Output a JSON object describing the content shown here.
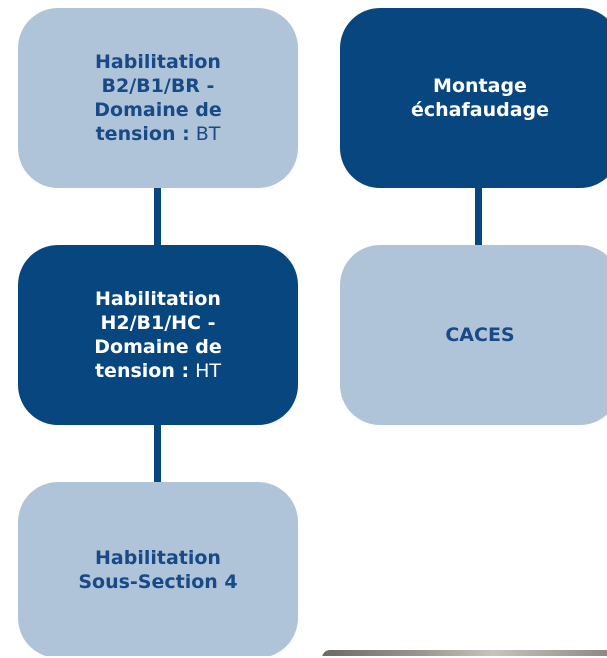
{
  "colors": {
    "light_box": "#b0c4d9",
    "light_text": "#174a86",
    "dark_box": "#08467f",
    "dark_text": "#ffffff",
    "connector": "#08467f"
  },
  "left_column": [
    {
      "line1": "Habilitation",
      "line2": "B2/B1/BR -",
      "line3": "Domaine de",
      "line4_bold": "tension :",
      "line4_normal": " BT"
    },
    {
      "line1": "Habilitation",
      "line2": "H2/B1/HC -",
      "line3": "Domaine de",
      "line4_bold": "tension :",
      "line4_normal": " HT"
    },
    {
      "line1": "Habilitation",
      "line2": "Sous-Section 4"
    }
  ],
  "right_column": [
    {
      "line1": "Montage",
      "line2": "échafaudage"
    },
    {
      "line1": "CACES"
    }
  ]
}
